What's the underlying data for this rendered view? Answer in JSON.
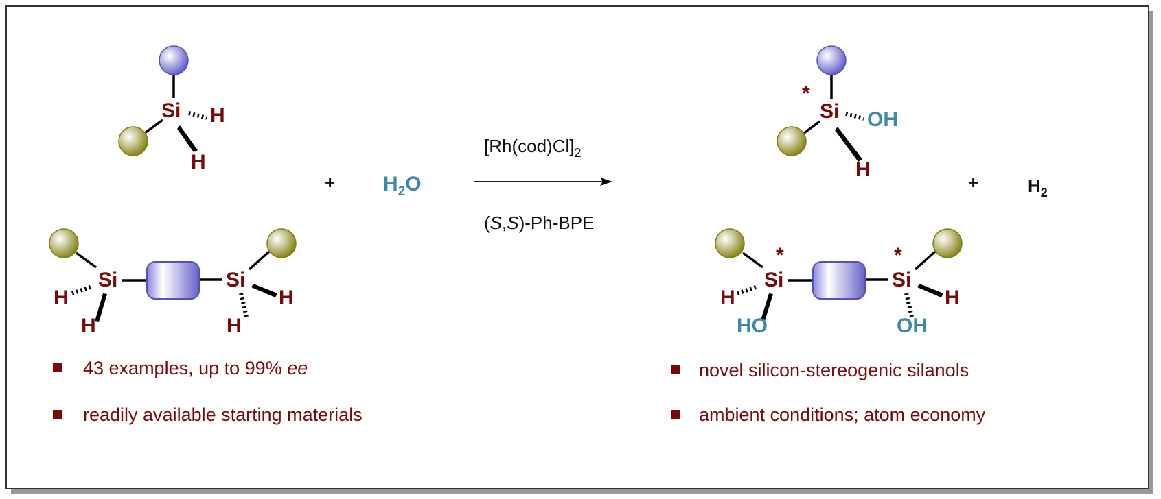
{
  "colors": {
    "atom": "#7a0a0a",
    "hydroxyl": "#3f88a8",
    "ball_purple": "#6a66c8",
    "ball_olive": "#8c8a20"
  },
  "labels": {
    "si": "Si",
    "h": "H",
    "oh": "OH",
    "ho": "HO",
    "star": "*",
    "plus": "+",
    "h2o_main": "H",
    "h2o_sub": "2",
    "h2o_o": "O",
    "h2_main": "H",
    "h2_sub": "2"
  },
  "conditions": {
    "catalyst_main": "[Rh(cod)Cl]",
    "catalyst_sub": "2",
    "ligand_open": "(",
    "ligand_s1": "S",
    "ligand_comma": ",",
    "ligand_s2": "S",
    "ligand_rest": ")-Ph-BPE"
  },
  "bullets_left": [
    {
      "text": "43 examples, up to 99% ",
      "italic": "ee"
    },
    {
      "text": "readily available starting materials"
    }
  ],
  "bullets_right": [
    {
      "text": "novel silicon-stereogenic silanols"
    },
    {
      "text": "ambient conditions; atom economy"
    }
  ]
}
